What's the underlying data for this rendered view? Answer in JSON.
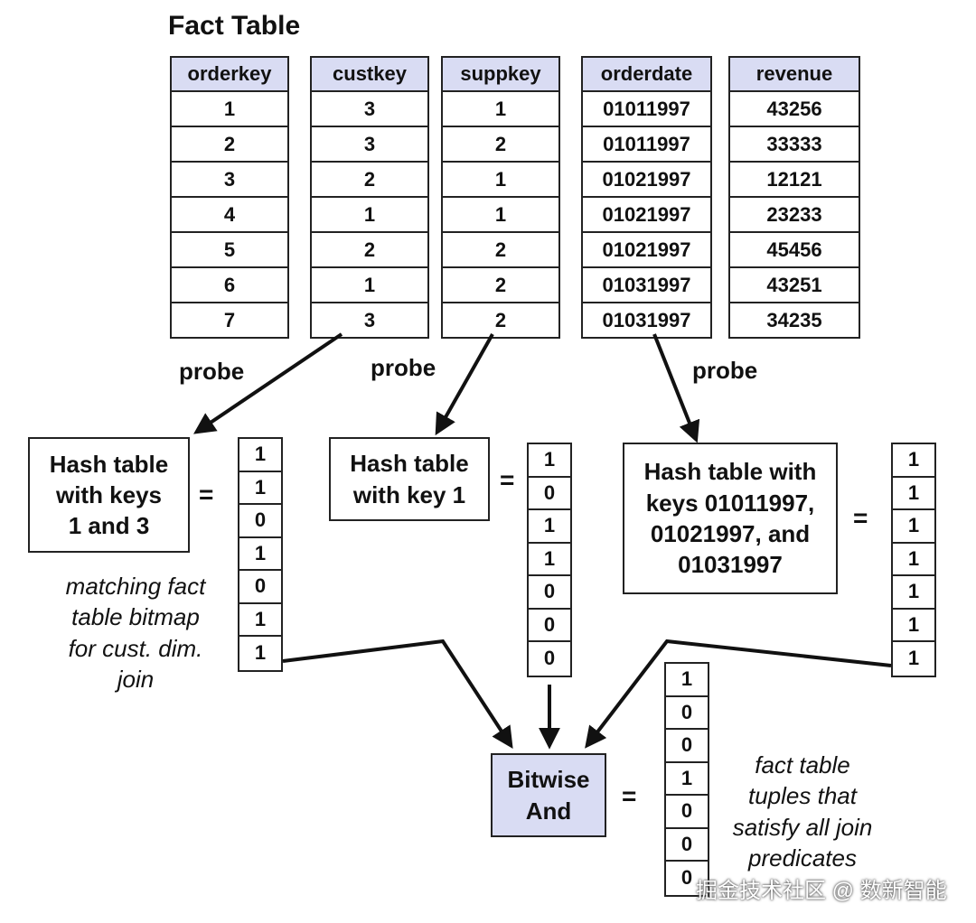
{
  "title": "Fact Table",
  "table": {
    "columns": [
      {
        "header": "orderkey",
        "values": [
          "1",
          "2",
          "3",
          "4",
          "5",
          "6",
          "7"
        ]
      },
      {
        "header": "custkey",
        "values": [
          "3",
          "3",
          "2",
          "1",
          "2",
          "1",
          "3"
        ]
      },
      {
        "header": "suppkey",
        "values": [
          "1",
          "2",
          "1",
          "1",
          "2",
          "2",
          "2"
        ]
      },
      {
        "header": "orderdate",
        "values": [
          "01011997",
          "01011997",
          "01021997",
          "01021997",
          "01021997",
          "01031997",
          "01031997"
        ]
      },
      {
        "header": "revenue",
        "values": [
          "43256",
          "33333",
          "12121",
          "23233",
          "45456",
          "43251",
          "34235"
        ]
      }
    ]
  },
  "probe_labels": [
    "probe",
    "probe",
    "probe"
  ],
  "hash_tables": [
    {
      "lines": [
        "Hash table",
        "with keys",
        "1 and 3"
      ],
      "bitmap": [
        "1",
        "1",
        "0",
        "1",
        "0",
        "1",
        "1"
      ]
    },
    {
      "lines": [
        "Hash table",
        "with key 1"
      ],
      "bitmap": [
        "1",
        "0",
        "1",
        "1",
        "0",
        "0",
        "0"
      ]
    },
    {
      "lines": [
        "Hash table with",
        "keys 01011997,",
        "01021997, and",
        "01031997"
      ],
      "bitmap": [
        "1",
        "1",
        "1",
        "1",
        "1",
        "1",
        "1"
      ]
    }
  ],
  "equals_sign": "=",
  "cust_note": [
    "matching fact",
    "table bitmap",
    "for cust. dim.",
    "join"
  ],
  "bitwise": {
    "lines": [
      "Bitwise",
      "And"
    ],
    "bitmap": [
      "1",
      "0",
      "0",
      "1",
      "0",
      "0",
      "0"
    ]
  },
  "result_note": [
    "fact table",
    "tuples that",
    "satisfy all join",
    "predicates"
  ],
  "watermark": "掘金技术社区 @ 数新智能"
}
